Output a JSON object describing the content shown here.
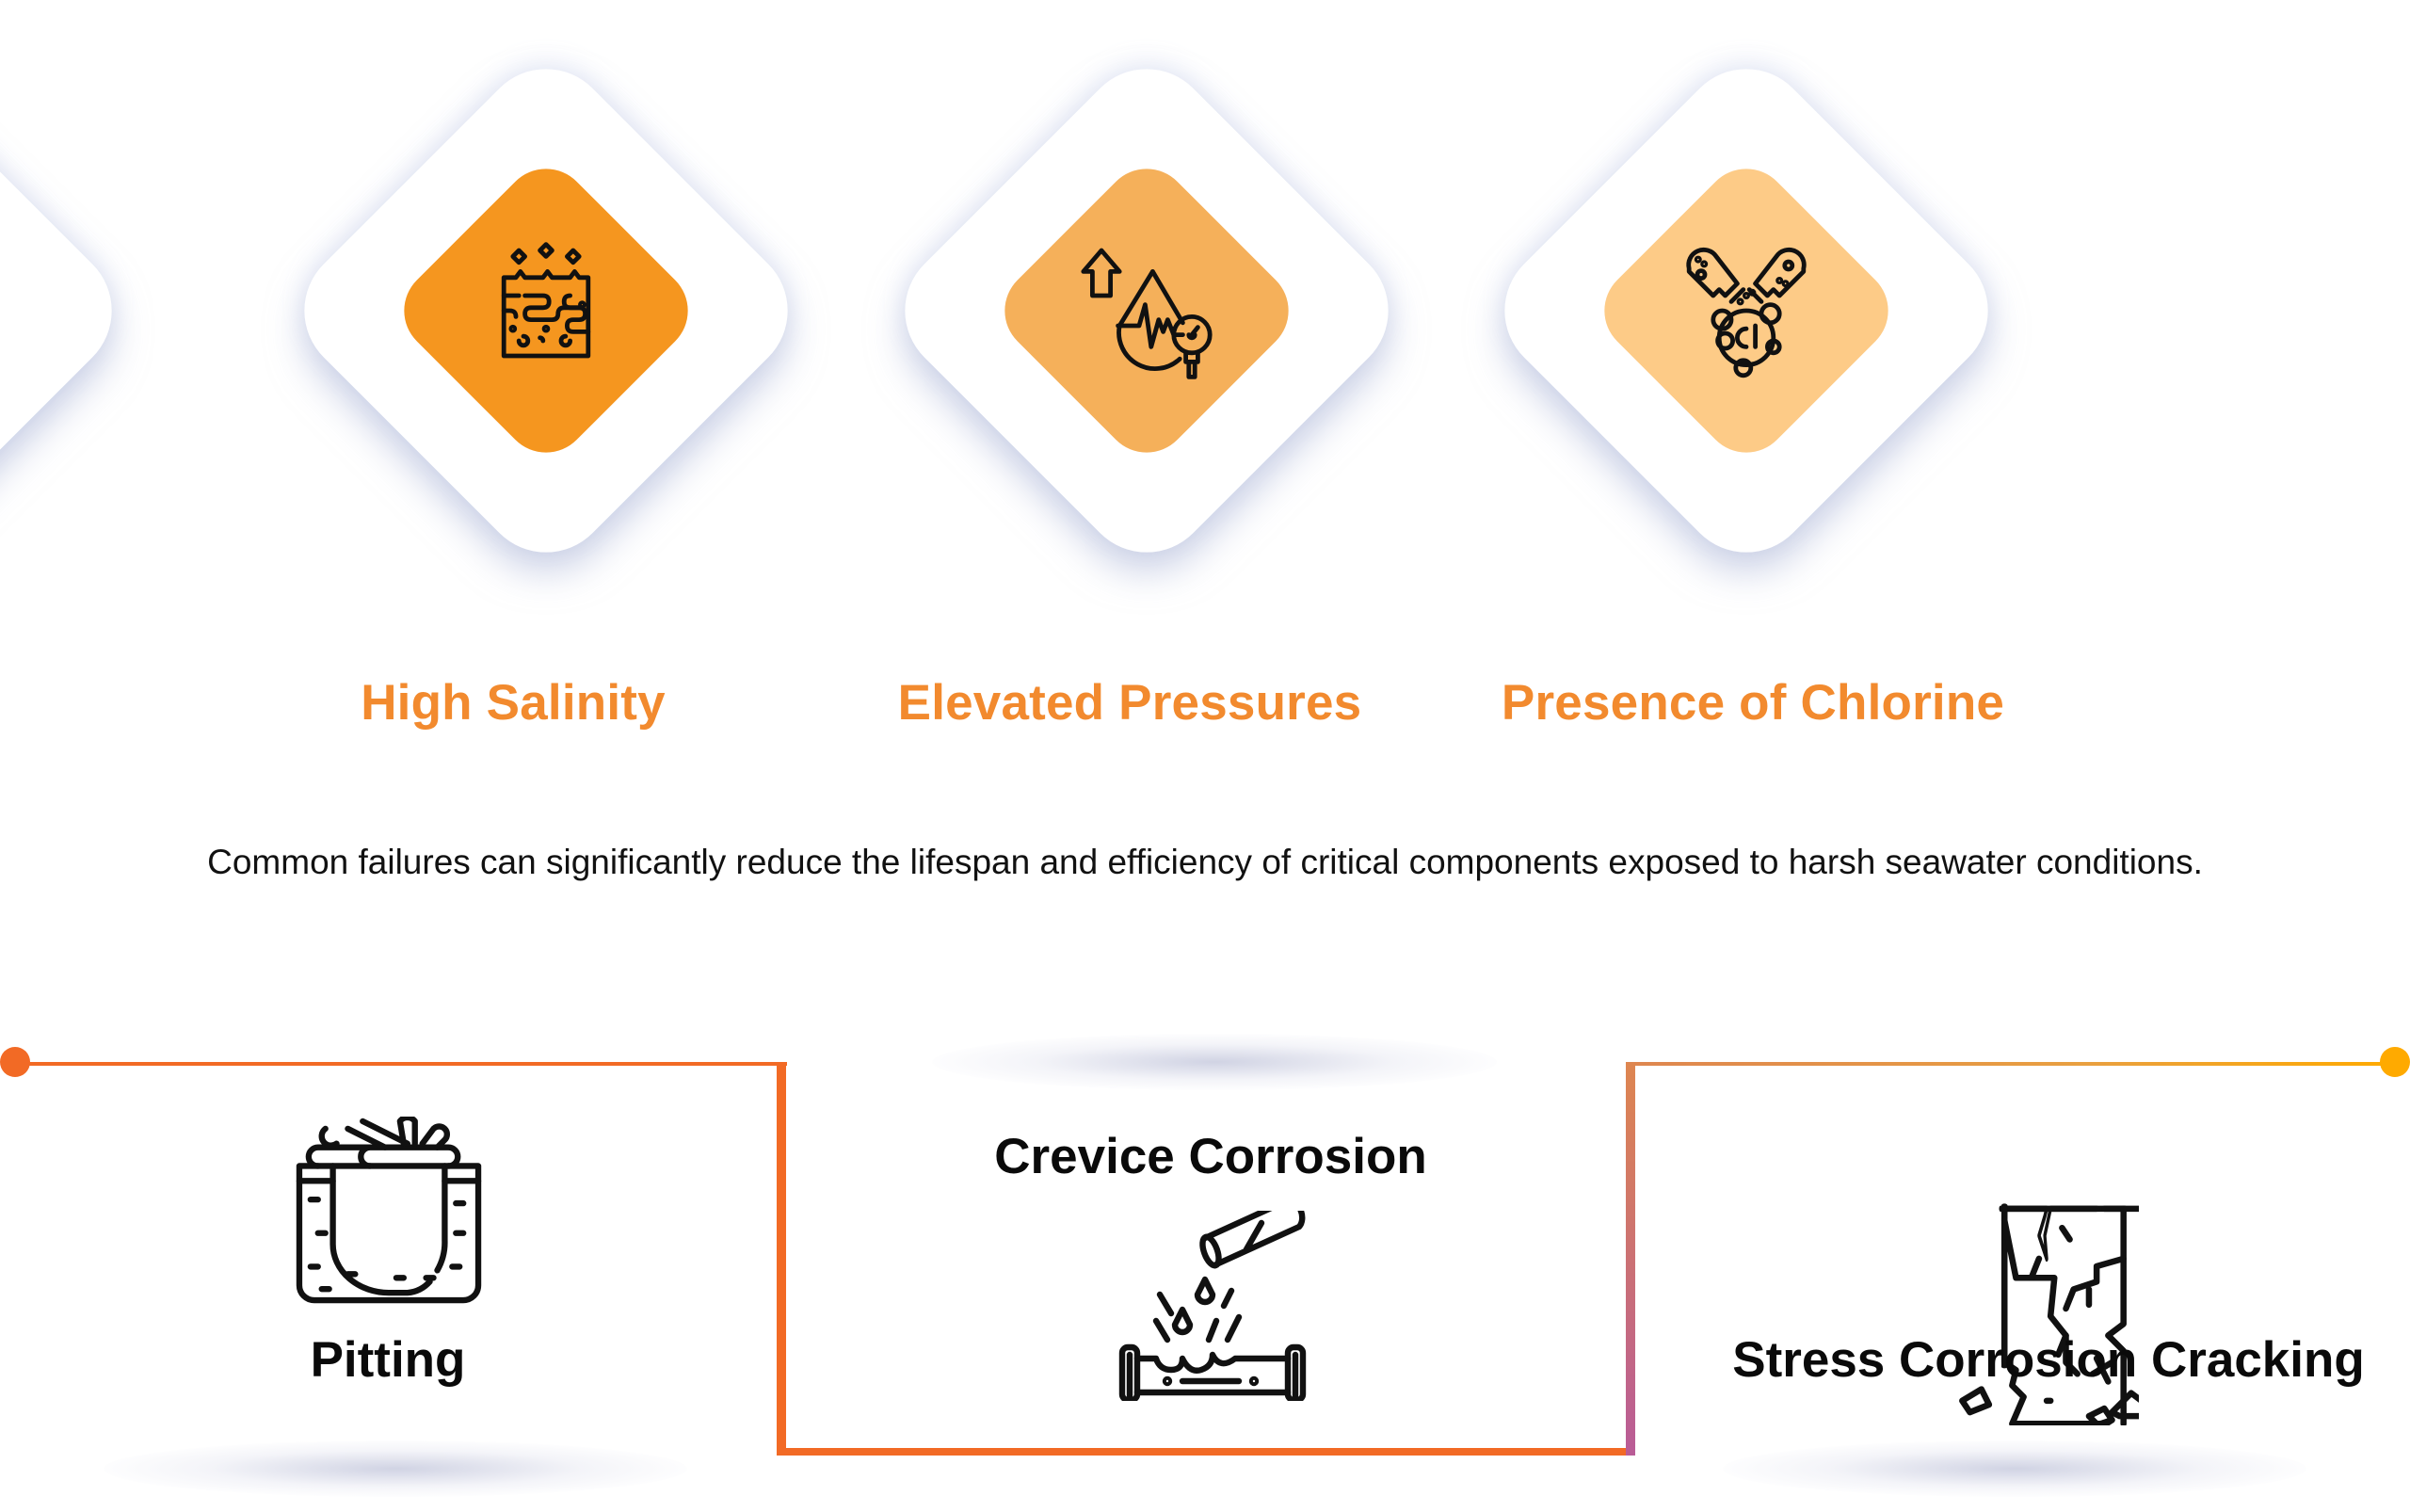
{
  "factors": [
    {
      "label": "High Salinity",
      "icon": "salt-soil-layers-icon",
      "color": "#F5961F"
    },
    {
      "label": "Elevated Pressures",
      "icon": "pressure-drop-gauge-icon",
      "color": "#F5B05A"
    },
    {
      "label": "Presence of Chlorine",
      "icon": "chlorine-capsule-icon",
      "color": "#FDCB87"
    }
  ],
  "description": "Common failures can significantly reduce the lifespan and efficiency of critical components exposed to harsh seawater conditions.",
  "failures": [
    {
      "label": "Pitting",
      "icon": "pitting-icon"
    },
    {
      "label": "Crevice Corrosion",
      "icon": "crevice-corrosion-icon"
    },
    {
      "label": "Stress Corrosion Cracking",
      "icon": "stress-cracking-icon"
    }
  ],
  "colors": {
    "label_accent": "#F28A2E",
    "line_start": "#F26A25",
    "line_mid": "#DE8650",
    "line_purple": "#B95C97",
    "line_end": "#FFAA00"
  }
}
